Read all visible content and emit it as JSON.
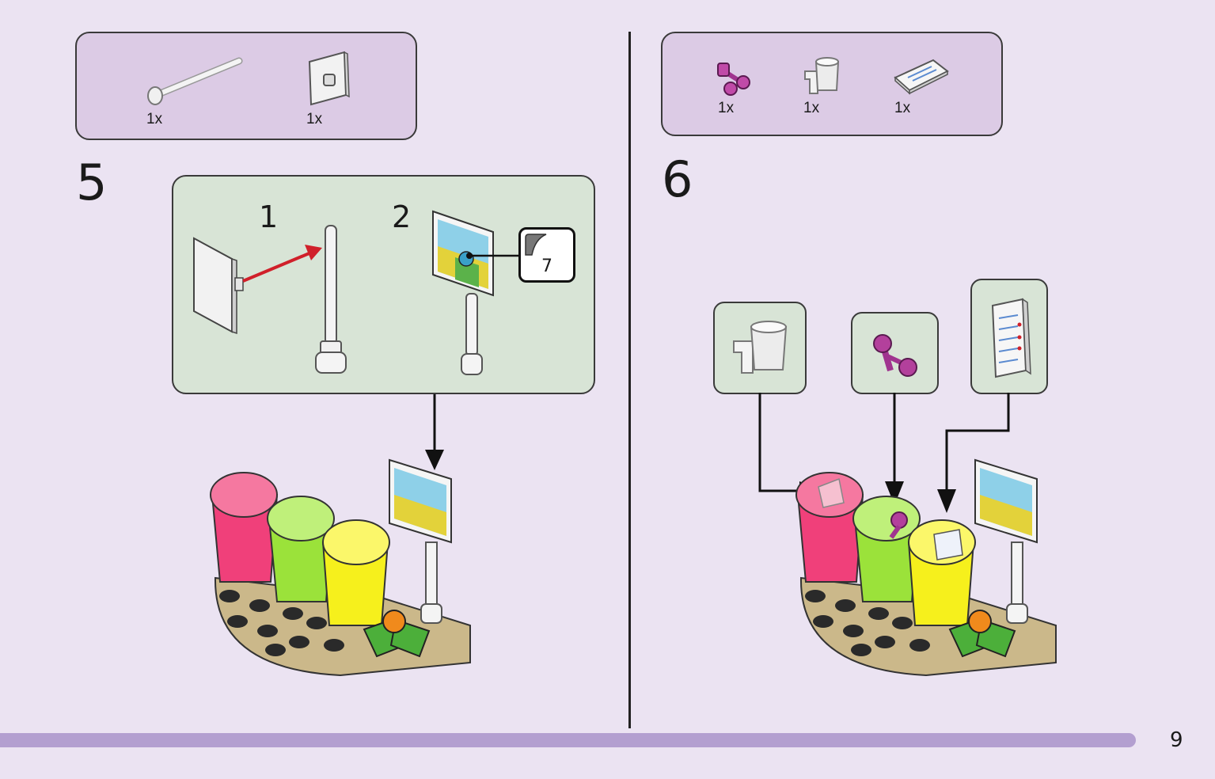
{
  "step5": {
    "number": "5",
    "parts": [
      {
        "icon": "bar-piece-icon",
        "qty": "1x"
      },
      {
        "icon": "clip-plate-piece-icon",
        "qty": "1x"
      }
    ],
    "substeps": [
      "1",
      "2"
    ],
    "sticker_number": "7"
  },
  "step6": {
    "number": "6",
    "parts": [
      {
        "icon": "purple-flower-stem-icon",
        "qty": "1x"
      },
      {
        "icon": "glass-cup-icon",
        "qty": "1x"
      },
      {
        "icon": "printed-tile-icon",
        "qty": "1x"
      }
    ]
  },
  "page": {
    "number": "9",
    "progress_fraction": 0.935
  },
  "colors": {
    "background": "#ebe3f2",
    "parts_box": "#dccbe5",
    "subassembly_box": "#d8e4d6",
    "progress_bar": "#b39fd0",
    "bin_pink": "#f0407a",
    "bin_green": "#9be23a",
    "bin_yellow": "#f6f01c",
    "base_tan": "#cbb88a"
  }
}
